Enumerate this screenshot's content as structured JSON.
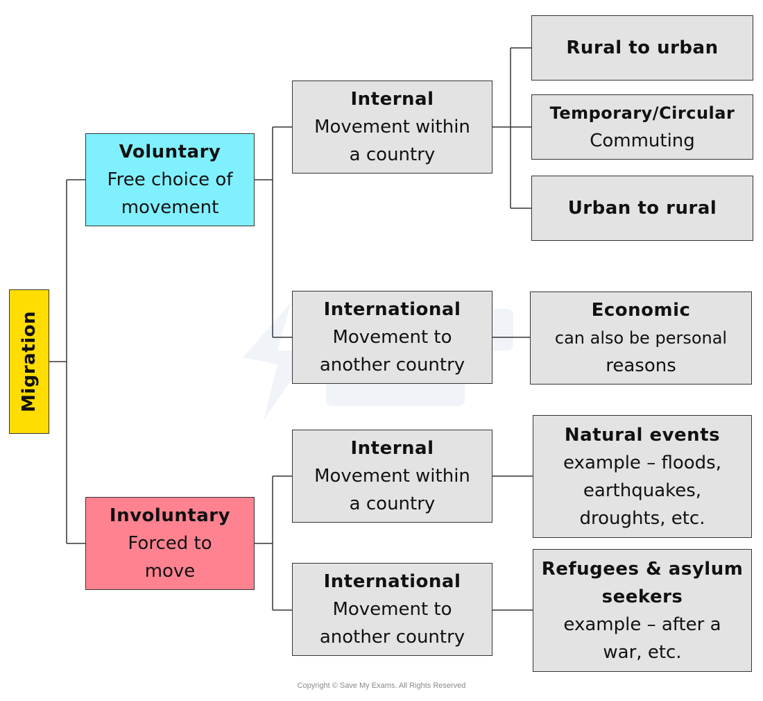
{
  "colors": {
    "root": "#FFDD00",
    "voluntary": "#80F0FF",
    "involuntary": "#FF8290",
    "leaf": "#E3E3E3",
    "line": "#333333"
  },
  "root": {
    "label": "Migration"
  },
  "voluntary": {
    "title": "Voluntary",
    "lines": [
      "Free choice of",
      "movement"
    ]
  },
  "involuntary": {
    "title": "Involuntary",
    "lines": [
      "Forced to",
      "move"
    ]
  },
  "vol_internal": {
    "title": "Internal",
    "lines": [
      "Movement within",
      "a country"
    ]
  },
  "vol_international": {
    "title": "International",
    "lines": [
      "Movement to",
      "another country"
    ]
  },
  "invol_internal": {
    "title": "Internal",
    "lines": [
      "Movement within",
      "a country"
    ]
  },
  "invol_international": {
    "title": "International",
    "lines": [
      "Movement to",
      "another country"
    ]
  },
  "rural_to_urban": {
    "title": "Rural to urban"
  },
  "temporary": {
    "title": "Temporary/Circular",
    "lines": [
      "Commuting"
    ]
  },
  "urban_to_rural": {
    "title": "Urban to rural"
  },
  "economic": {
    "title": "Economic",
    "lines": [
      "can also be personal",
      "reasons"
    ]
  },
  "natural_events": {
    "title": "Natural events",
    "lines": [
      "example – floods,",
      "earthquakes,",
      "droughts, etc."
    ]
  },
  "refugees": {
    "title_lines": [
      "Refugees & asylum",
      "seekers"
    ],
    "lines": [
      "example – after a",
      "war, etc."
    ]
  },
  "footer": {
    "copyright": "Copyright © Save My Exams. All Rights Reserved"
  }
}
